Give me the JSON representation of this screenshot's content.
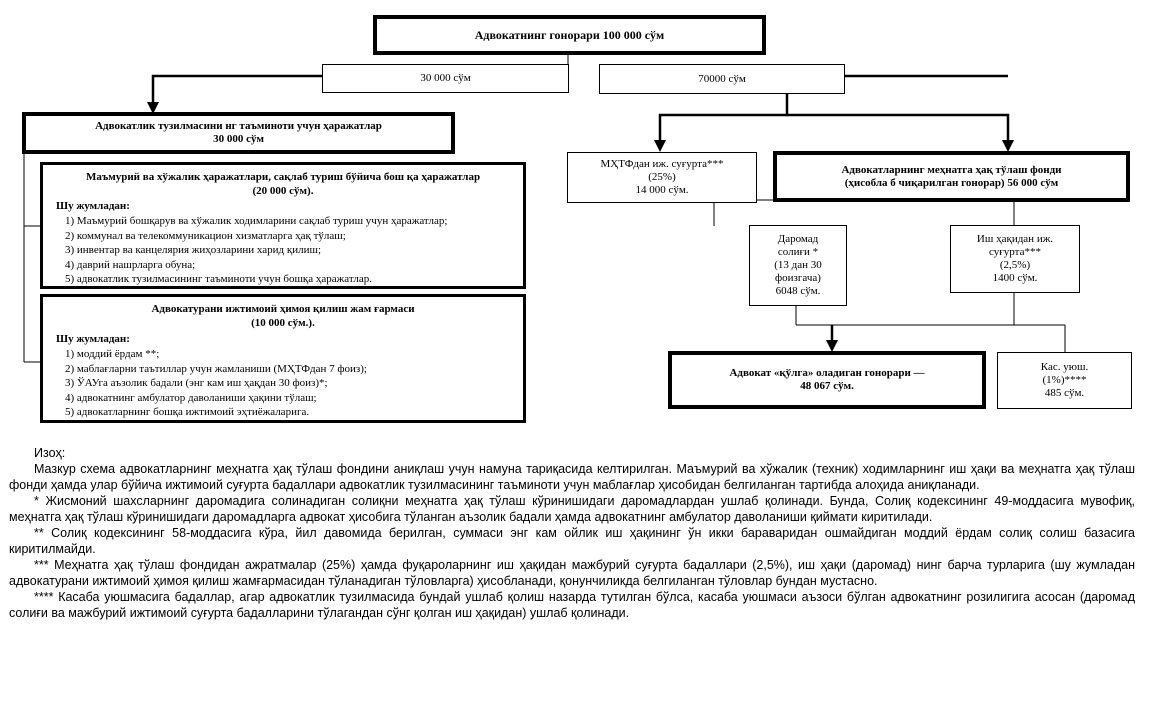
{
  "header": {
    "title": "Адвокатнинг гонорари 100 000 сўм"
  },
  "split": {
    "left_amount": "30 000 сўм",
    "right_amount": "70000 сўм"
  },
  "expenses": {
    "title_line1": "Адвокатлик тузилмасини  нг таъминоти  учун ҳаражатлар",
    "title_line2": "30 000 сўм"
  },
  "admin": {
    "title_line1": "Маъмурий ва хўжалик  ҳаражатлари,  сақлаб  туриш бўйича бош қа ҳаражатлар",
    "title_line2": "(20 000 сўм).",
    "including": "Шу жумладан:",
    "items": [
      "1) Маъмурий бошқарув ва хўжалик ходимларини сақлаб туриш учун ҳаражатлар;",
      "2) коммунал ва телекоммуникацион хизматларга ҳақ тўлаш;",
      "3) инвентар ва канцелярия жиҳозларини харид қилиш;",
      "4) даврий нашрларга обуна;",
      "5) адвокатлик тузилмасининг таъминоти учун бошқа ҳаражатлар."
    ]
  },
  "social": {
    "title_line1": "Адвокатурани ижтимоий   ҳимоя қилиш жам ғармаси",
    "title_line2": "(10 000 сўм.).",
    "including": "Шу жумладан:",
    "items": [
      "1) моддий ёрдам **;",
      "2) маблағларни таътиллар учун жамланиши (МҲТФдан 7 фоиз);",
      "3) ЎАУга аъзолик бадали (энг кам иш ҳақдан 30 фоиз)*;",
      "4) адвокатнинг амбулатор даволаниши ҳақини тўлаш;",
      "5) адвокатларнинг бошқа ижтимоий эҳтиёжаларига."
    ]
  },
  "mhtf_insurance": {
    "line1": "МҲТФдан иж. суғурта***",
    "line2": "(25%)",
    "line3": "14 000 сўм."
  },
  "wage_fund": {
    "title_line1": "Адвокатларнинг   меҳнатга ҳақ тўлаш фонди",
    "title_line2": "(ҳисобла б чиқарилган   гонорар) 56 000 сўм"
  },
  "income_tax": {
    "lines": [
      "Даромад",
      "солиғи *",
      "(13 дан 30",
      "фоизгача)",
      "6048 сўм."
    ]
  },
  "wage_insurance": {
    "lines": [
      "Иш ҳақидан иж.",
      "суғурта***",
      "(2,5%)",
      "1400 сўм."
    ]
  },
  "net_fee": {
    "line1": "Адвокат  «қўлга» оладиган гонорари   —",
    "line2": "48 067 сўм."
  },
  "union_fee": {
    "lines": [
      "Кас. уюш.",
      "(1%)****",
      "485 сўм."
    ]
  },
  "notes": {
    "title": "Изоҳ:",
    "paragraphs": [
      "Мазкур схема адвокатларнинг меҳнатга ҳақ тўлаш фондини аниқлаш учун намуна тариқасида келтирилган. Маъмурий ва хўжалик (техник) ходимларнинг иш ҳақи ва меҳнатга ҳақ тўлаш фонди ҳамда улар бўйича ижтимоий суғурта бадаллари адвокатлик тузилмасининг таъминоти учун маблағлар ҳисобидан белгиланган тартибда алоҳида аниқланади.",
      "* Жисмоний шахсларнинг даромадига солинадиган солиқни меҳнатга ҳақ тўлаш кўринишидаги даромадлардан ушлаб қолинади. Бунда, Солиқ кодексининг 49-моддасига мувофиқ, меҳнатга ҳақ тўлаш кўринишидаги даромадларга адвокат ҳисобига тўланган аъзолик бадали ҳамда адвокатнинг амбулатор даволаниши қиймати киритилади.",
      "** Солиқ кодексининг 58-моддасига кўра, йил давомида берилган, суммаси энг кам ойлик иш ҳақининг ўн икки бараваридан ошмайдиган моддий ёрдам солиқ солиш базасига киритилмайди.",
      "*** Меҳнатга ҳақ тўлаш фондидан ажратмалар (25%) ҳамда фуқароларнинг иш ҳақидан мажбурий суғурта бадаллари (2,5%), иш ҳақи (даромад) нинг барча турларига (шу жумладан адвокатурани ижтимоий ҳимоя қилиш жамғармасидан тўланадиган тўловларга) ҳисобланади, қонунчиликда белгиланган тўловлар бундан мустасно.",
      "**** Касаба уюшмасига бадаллар, агар адвокатлик тузилмасида бундай ушлаб қолиш назарда тутилган бўлса, касаба уюшмаси аъзоси бўлган адвокатнинг розилигига асосан (даромад солиғи ва мажбурий ижтимоий суғурта бадалларини тўлагандан сўнг қолган иш ҳақидан) ушлаб қолинади."
    ]
  }
}
